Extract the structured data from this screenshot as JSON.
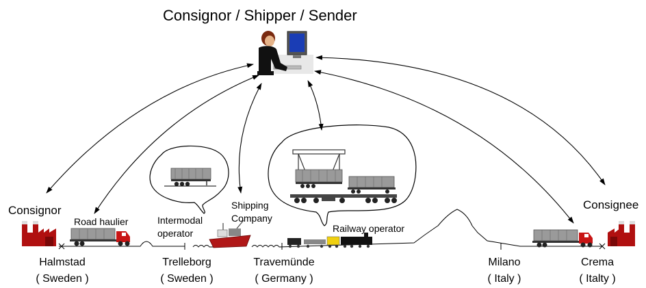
{
  "title": "Consignor / Shipper / Sender",
  "actors": {
    "consignor": "Consignor",
    "consignee": "Consignee",
    "road_haulier": "Road haulier",
    "intermodal_line1": "Intermodal",
    "intermodal_line2": "operator",
    "shipping_line1": "Shipping",
    "shipping_line2": "Company",
    "railway_operator": "Railway operator"
  },
  "locations": [
    {
      "city": "Halmstad",
      "country": "( Sweden )"
    },
    {
      "city": "Trelleborg",
      "country": "( Sweden )"
    },
    {
      "city": "Travemünde",
      "country": "( Germany )"
    },
    {
      "city": "Milano",
      "country": "( Italy )"
    },
    {
      "city": "Crema",
      "country": "( Italty )"
    }
  ],
  "icons": [
    "office-worker-icon",
    "factory-icon",
    "truck-icon",
    "ship-icon",
    "train-icon",
    "trailer-icon",
    "railcar-icon",
    "crane-icon"
  ],
  "colors": {
    "factory": "#b01010",
    "truck_cab": "#c81414",
    "container": "#9a9a9a",
    "ship_hull": "#b01818",
    "screen": "#1a3db5"
  }
}
